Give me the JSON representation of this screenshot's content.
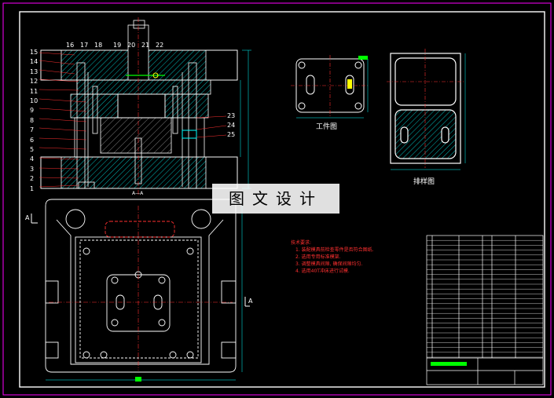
{
  "part_numbers": [
    "15",
    "14",
    "13",
    "12",
    "11",
    "10",
    "9",
    "8",
    "7",
    "6",
    "5",
    "4",
    "3",
    "2",
    "1"
  ],
  "top_numbers": [
    "16",
    "17",
    "18",
    "19",
    "20",
    "21",
    "22"
  ],
  "right_numbers": [
    "23",
    "24",
    "25"
  ],
  "section_label": "A—A",
  "view_label_left": "A",
  "view_label_right": "A",
  "workpiece_caption": "工件图",
  "strip_caption": "排样图",
  "watermark": "图文设计",
  "tech_req": {
    "title": "技术要求:",
    "items": [
      "1. 装配模具前检查零件是否符合图纸.",
      "2. 选用专用标准模架.",
      "3. 调整模具间隙, 确保间隙均匀.",
      "4. 选用40T冲床进行试模."
    ]
  },
  "colors": {
    "frame": "#ffffff",
    "outline": "#ffffff",
    "center": "#ff3030",
    "dim": "#00ffff",
    "hatch": "#00c0c0",
    "accent": "#ffff00",
    "green": "#00ff00",
    "magenta": "#ff00ff"
  }
}
